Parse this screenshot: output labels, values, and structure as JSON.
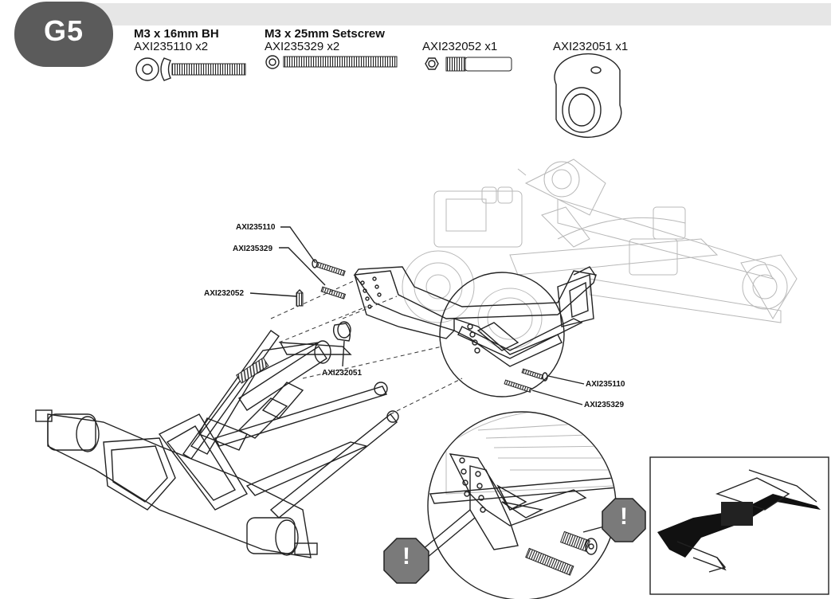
{
  "step": {
    "label": "G5"
  },
  "parts": [
    {
      "name": "M3 x 16mm BH",
      "code": "AXI235110 x2"
    },
    {
      "name": "M3 x 25mm Setscrew",
      "code": "AXI235329 x2"
    },
    {
      "name": "",
      "code": "AXI232052 x1"
    },
    {
      "name": "",
      "code": "AXI232051 x1"
    }
  ],
  "callouts": {
    "bh_screw_top": "AXI235110",
    "setscrew_top": "AXI235329",
    "pin": "AXI232052",
    "collar": "AXI232051",
    "bh_screw_right": "AXI235110",
    "setscrew_right": "AXI235329"
  },
  "notices": [
    {
      "icon": "exclamation-octagon-icon",
      "symbol": "!"
    },
    {
      "icon": "exclamation-octagon-icon",
      "symbol": "!"
    }
  ]
}
